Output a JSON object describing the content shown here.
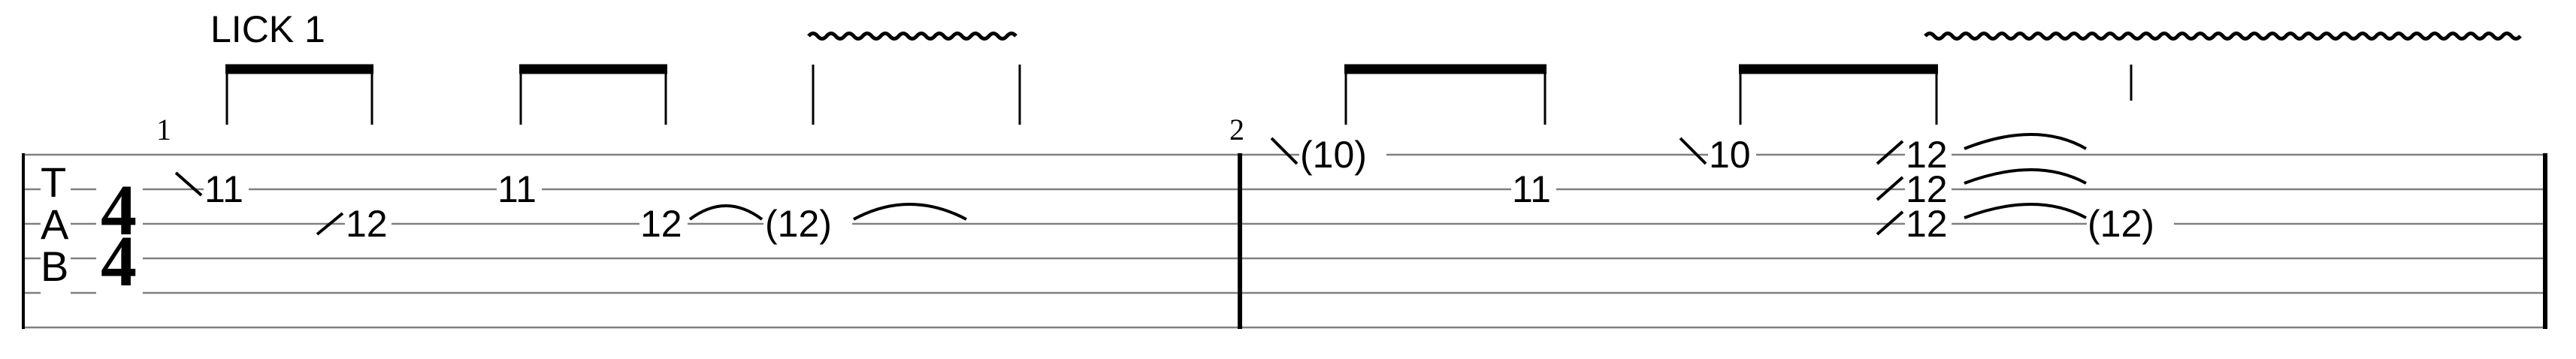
{
  "sheet": {
    "lick_label": "LICK 1",
    "tab_clef": [
      "T",
      "A",
      "B"
    ],
    "time_signature": {
      "numerator": "4",
      "denominator": "4"
    },
    "measures": [
      {
        "number": "1",
        "notes": [
          {
            "fret": "11",
            "string": 1
          },
          {
            "fret": "12",
            "string": 2
          },
          {
            "fret": "11",
            "string": 1
          },
          {
            "fret": "12",
            "string": 2
          },
          {
            "fret": "(12)",
            "string": 2
          }
        ]
      },
      {
        "number": "2",
        "notes": [
          {
            "fret": "(10)",
            "string": 0
          },
          {
            "fret": "11",
            "string": 1
          },
          {
            "fret": "10",
            "string": 0
          },
          {
            "fret": "12",
            "string": 0
          },
          {
            "fret": "12",
            "string": 1
          },
          {
            "fret": "12",
            "string": 2
          },
          {
            "fret": "(12)",
            "string": 2
          }
        ]
      }
    ]
  }
}
